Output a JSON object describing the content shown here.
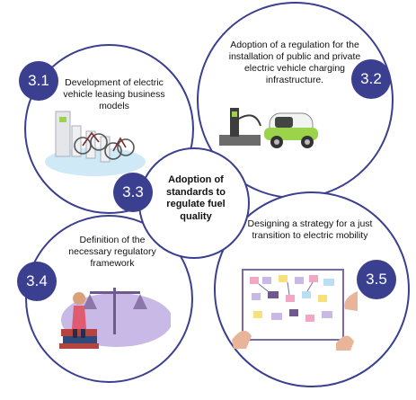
{
  "items": [
    {
      "number": "3.1",
      "text": "Development of electric vehicle leasing business models"
    },
    {
      "number": "3.2",
      "text": "Adoption of a regulation for the installation of public and private electric vehicle charging infrastructure."
    },
    {
      "number": "3.3",
      "text": "Adoption of standards to regulate fuel quality"
    },
    {
      "number": "3.4",
      "text": "Definition of the necessary regulatory framework"
    },
    {
      "number": "3.5",
      "text": "Designing a strategy for a just transition to electric mobility"
    }
  ],
  "colors": {
    "accent": "#3a3f8f",
    "car": "#9bd34a",
    "paper": "#c9b9e6"
  }
}
